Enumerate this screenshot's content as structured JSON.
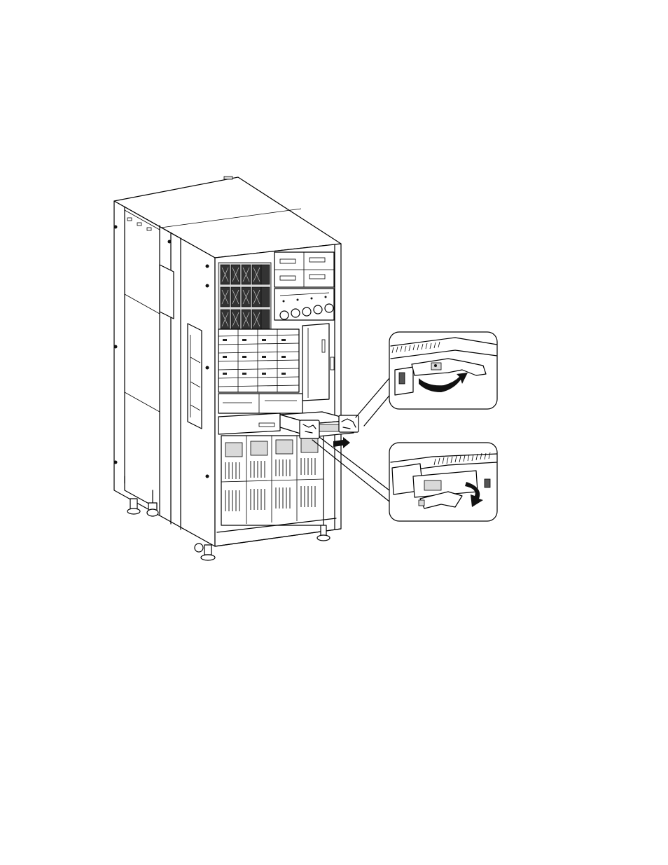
{
  "figure": {
    "cabinet": "server-cabinet",
    "callouts": [
      {
        "name": "callout-lever-open-detail",
        "icon": "lever-rotate-up-icon"
      },
      {
        "name": "callout-lever-down-detail",
        "icon": "lever-rotate-down-icon"
      }
    ],
    "removal_arrow_icon": "pull-out-arrow-icon"
  }
}
